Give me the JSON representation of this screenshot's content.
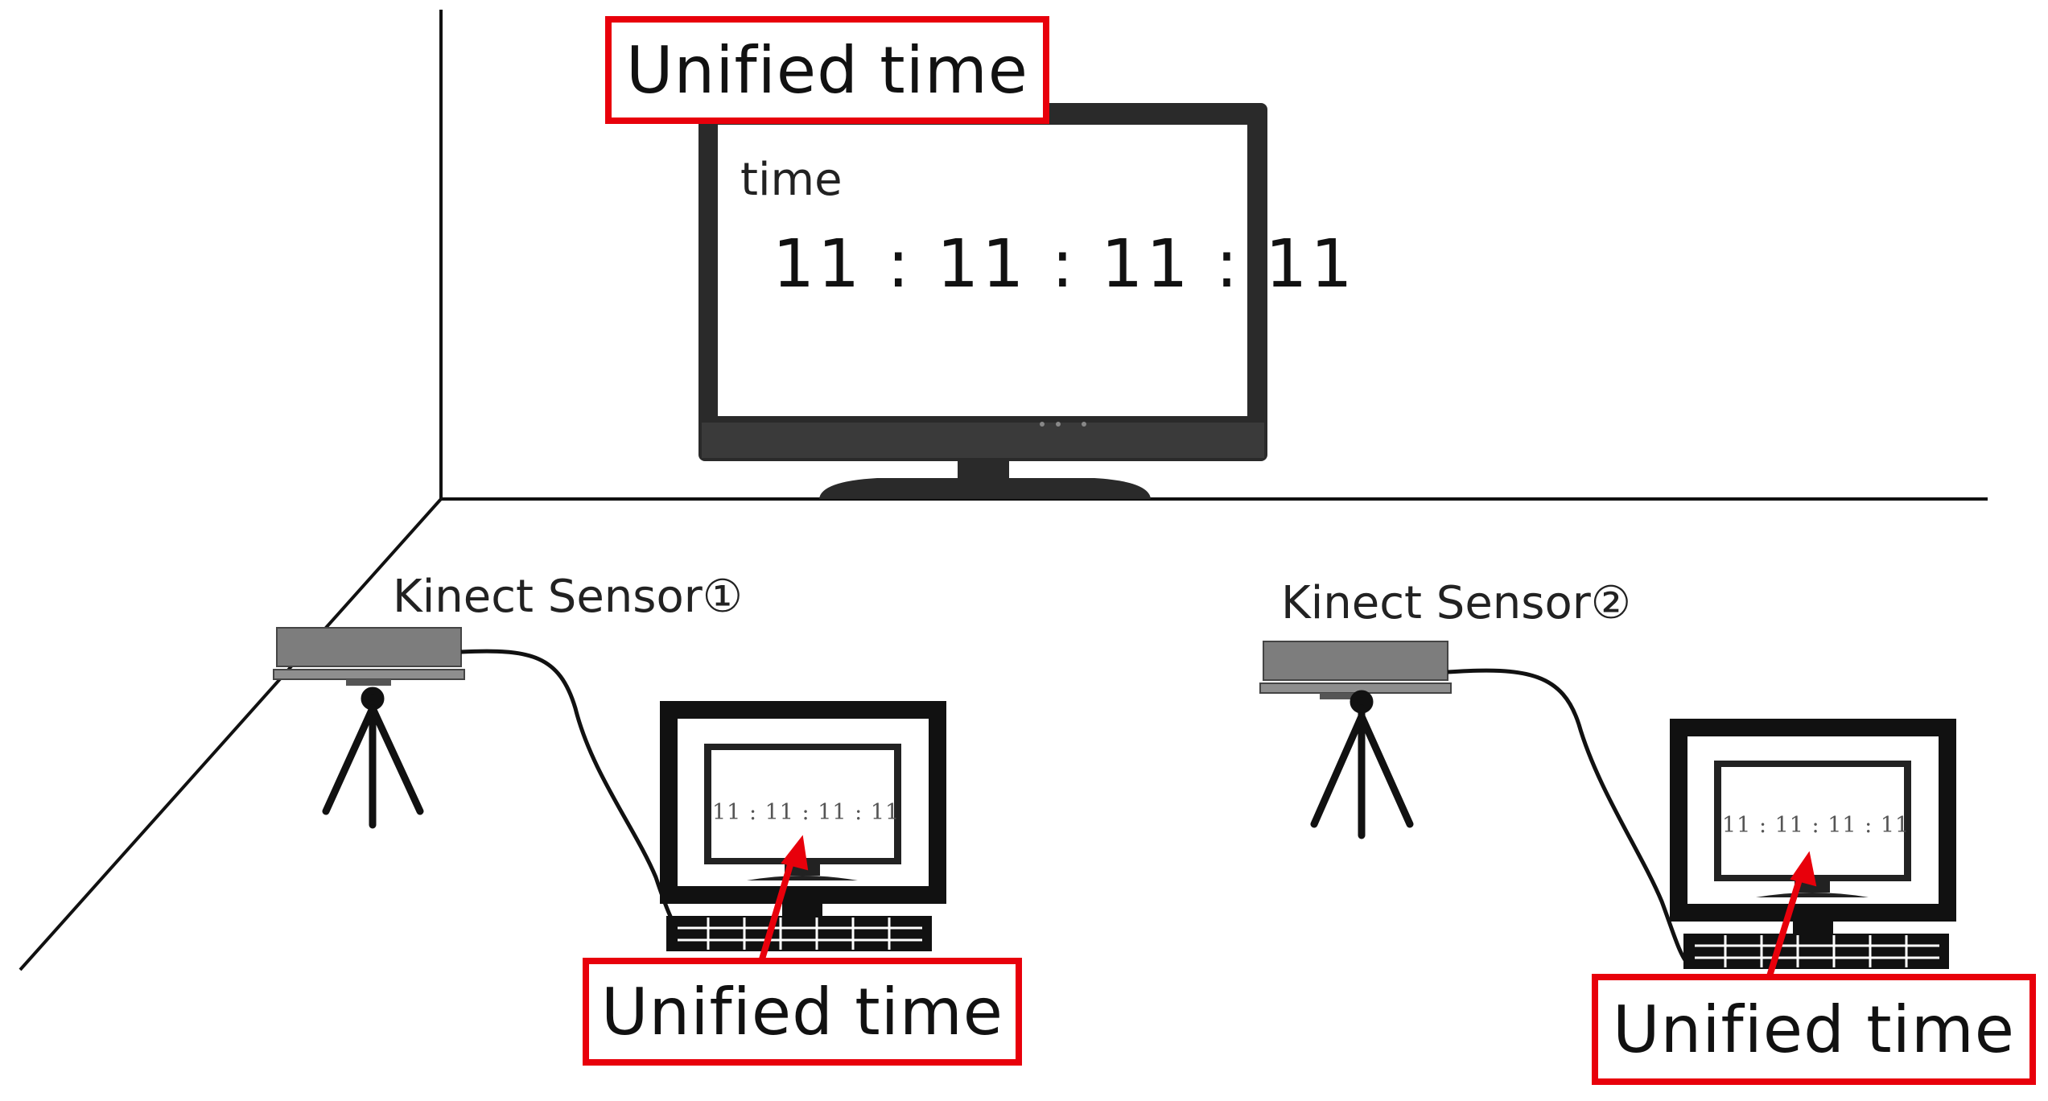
{
  "colors": {
    "accent": "#e8000b",
    "line": "#111111",
    "sensor": "#7d7d7d"
  },
  "tv": {
    "caption": "time",
    "clock": "11 : 11 : 11 : 11",
    "label": "Unified time"
  },
  "sensors": [
    {
      "label": "Kinect Sensor①",
      "screen_clock": "11 : 11 : 11 : 11",
      "time_label": "Unified time"
    },
    {
      "label": "Kinect Sensor②",
      "screen_clock": "11 : 11 : 11 : 11",
      "time_label": "Unified time"
    }
  ]
}
